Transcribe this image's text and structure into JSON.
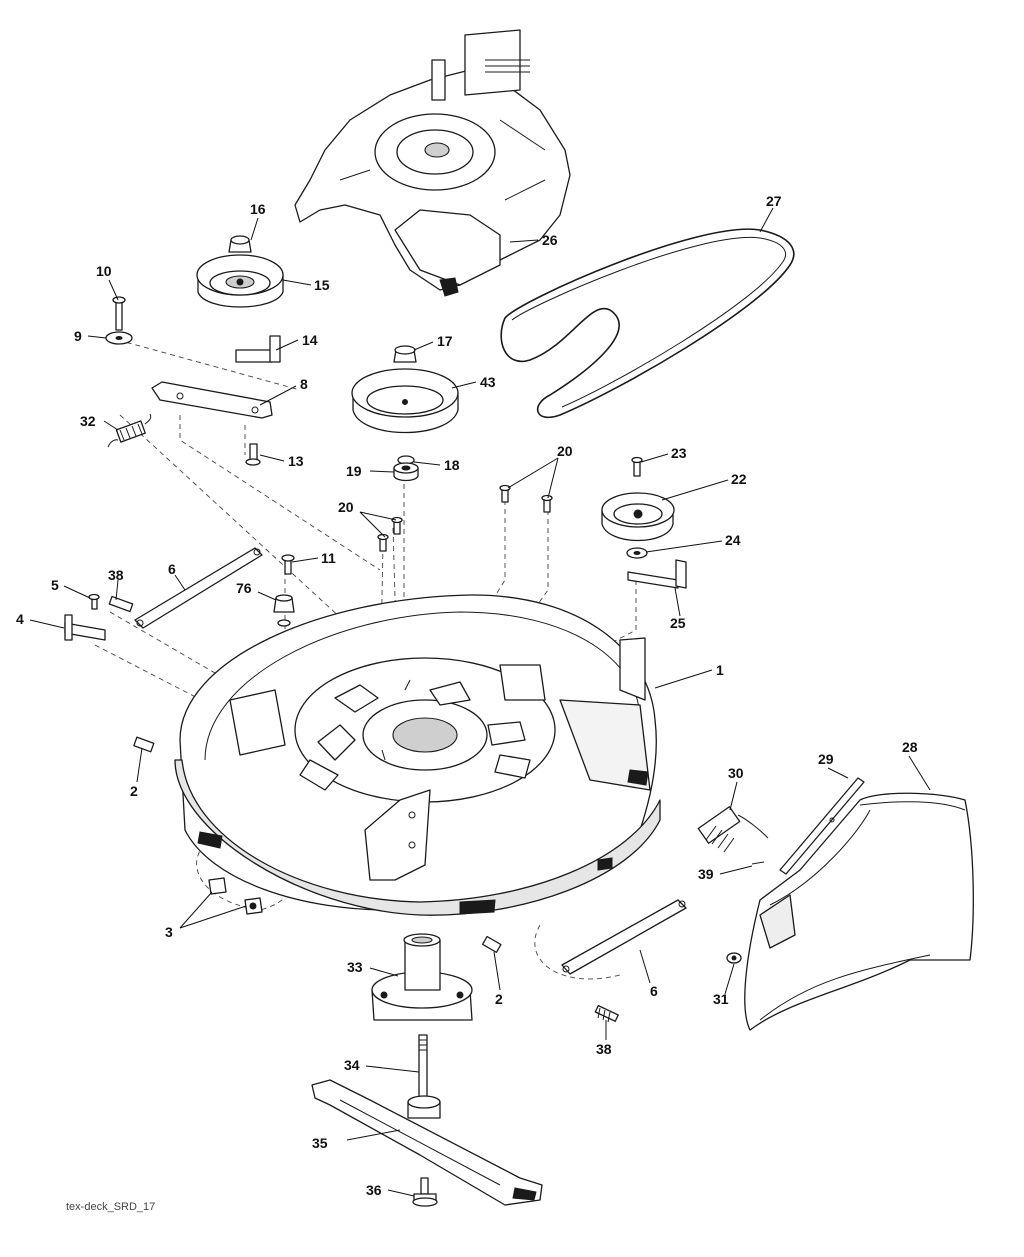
{
  "diagram": {
    "reference": "tex-deck_SRD_17",
    "callouts": [
      "1",
      "2",
      "2",
      "3",
      "4",
      "5",
      "6",
      "6",
      "8",
      "9",
      "10",
      "11",
      "13",
      "14",
      "15",
      "16",
      "17",
      "18",
      "19",
      "20",
      "20",
      "22",
      "23",
      "24",
      "25",
      "26",
      "27",
      "28",
      "29",
      "30",
      "31",
      "32",
      "33",
      "34",
      "35",
      "36",
      "38",
      "38",
      "39",
      "43",
      "76"
    ]
  }
}
